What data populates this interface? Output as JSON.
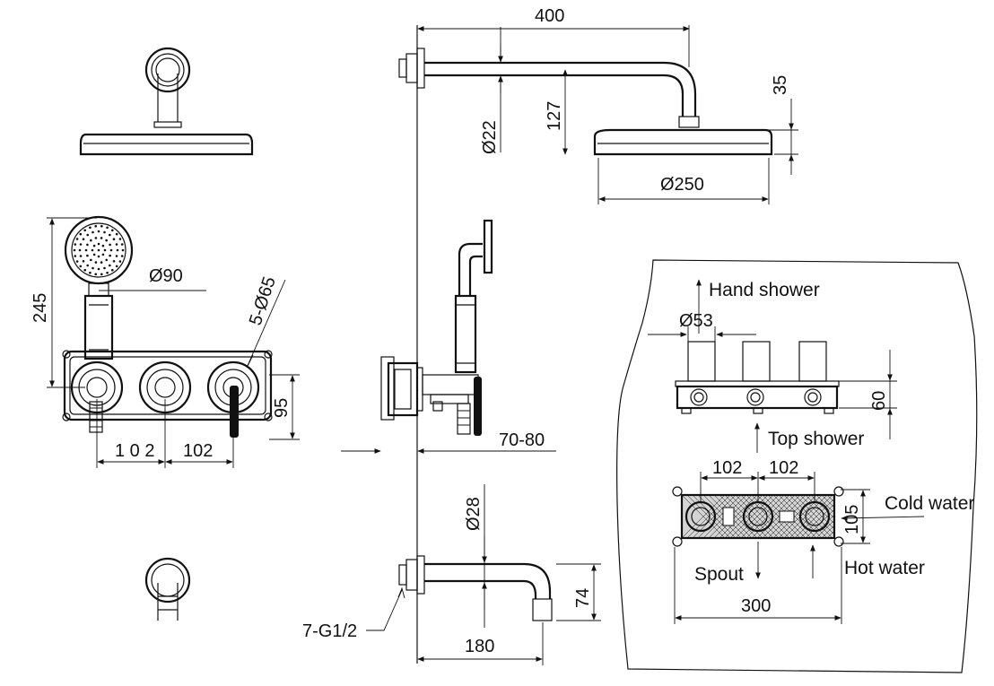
{
  "dimensions": {
    "arm_length": "400",
    "arm_drop": "35",
    "arm_pipe_dia": "Ø22",
    "arm_height": "127",
    "head_dia": "Ø250",
    "hand_dia": "Ø90",
    "hand_height": "245",
    "escutcheon_dia": "5-Ø65",
    "plate_height": "95",
    "spacing_left": "1 0 2",
    "spacing_right": "102",
    "wall_depth": "70-80",
    "spout_pipe_dia": "Ø28",
    "spout_height": "74",
    "spout_length": "180",
    "thread": "7-G1/2",
    "cartridge_dia": "Ø53",
    "valve_height": "60",
    "box_spacing_left": "102",
    "box_spacing_right": "102",
    "box_height": "105",
    "box_width": "300"
  },
  "labels": {
    "hand_shower": "Hand shower",
    "top_shower": "Top shower",
    "cold_water": "Cold water",
    "hot_water": "Hot water",
    "spout": "Spout"
  }
}
